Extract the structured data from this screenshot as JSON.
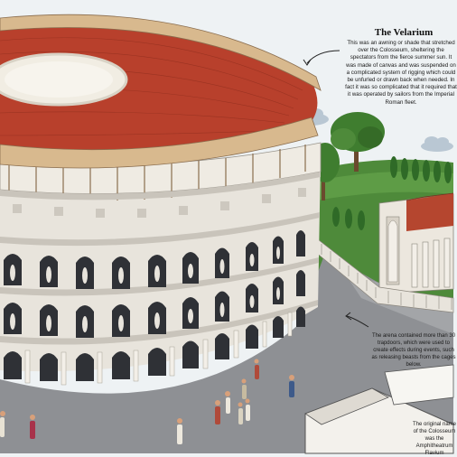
{
  "velarium": {
    "title": "The Velarium",
    "body": "This was an awning or shade that stretched over the Colosseum, sheltering the spectators from the fierce summer sun. It was made of canvas and was suspended on a complicated system of rigging which could be unfurled or drawn back when needed. In fact it was so complicated that it required that it was operated by sailors from the Imperial Roman fleet."
  },
  "arena_note": {
    "body": "The arena contained more than 30 trapdoors, which were used to create effects during events, such as releasing beasts from the cages below."
  },
  "original_note": {
    "body": "The original name of the Colosseum was the Amphitheatrum Flavium"
  },
  "colors": {
    "sky": "#eef2f4",
    "velarium_red": "#b8402c",
    "stone": "#e8e4dc",
    "stone_shadow": "#c9c4bb",
    "arch_dark": "#2f3136",
    "arena_ground": "#8e9094",
    "grass": "#4e8a3a",
    "tree": "#3f7d2f",
    "roof_tile": "#b5462f"
  }
}
